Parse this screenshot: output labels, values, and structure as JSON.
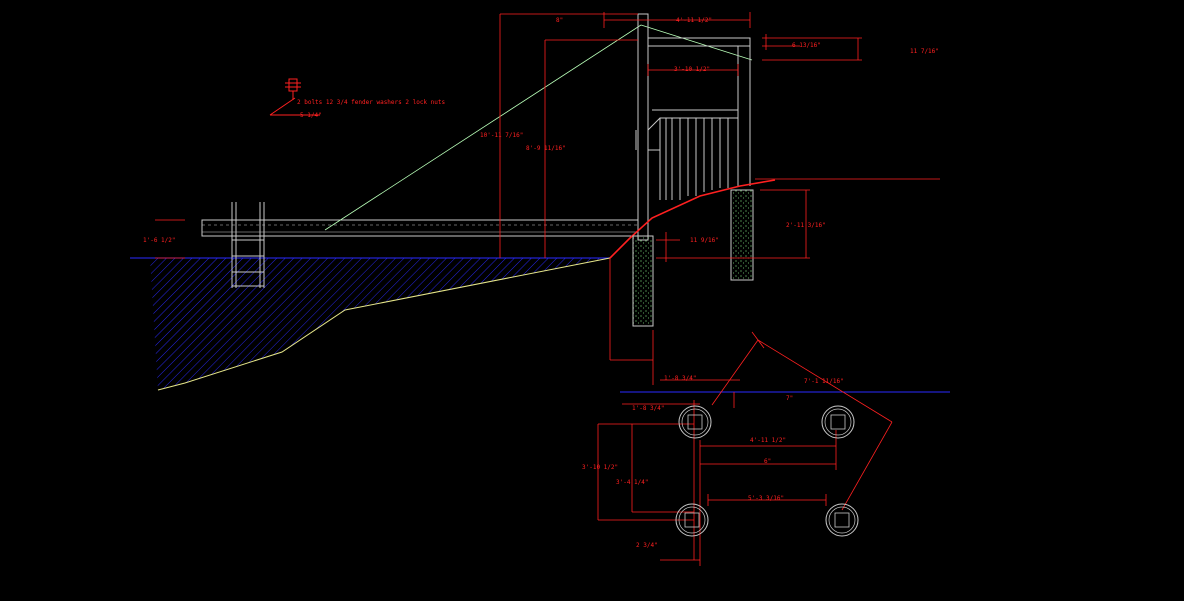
{
  "colors": {
    "background": "#000000",
    "structure": "#c8c8c8",
    "dimension": "#ff2020",
    "water": "#2a2aff",
    "slope": "#e6e68a",
    "cable": "#b8ffb8",
    "concrete": "#7fdc7f"
  },
  "annotations": {
    "bolts_note": "2 bolts 12 3/4 fender washers 2 lock nuts",
    "bolt_offset": "5 1/4\"",
    "deck_height": "1'-6 1/2\"",
    "top_8": "8\"",
    "top_4_11": "4'-11 1/2\"",
    "beam_6_13": "6 13/16\"",
    "beam_11_7": "11 7/16\"",
    "inner_3_10": "3'-10 1/2\"",
    "tall_10_11": "10'-11 7/16\"",
    "mid_8_9": "8'-9 11/16\"",
    "ledge_11_9": "11 9/16\"",
    "pier_2_11": "2'-11 3/16\"",
    "footing_1_8a": "1'-8 3/4\"",
    "footing_1_8b": "1'-8 3/4\"",
    "diag_7_1": "7'-1 11/16\"",
    "plan_7": "7\"",
    "plan_4_11": "4'-11 1/2\"",
    "plan_6": "6\"",
    "plan_3_10": "3'-10 1/2\"",
    "plan_3_4": "3'-4 1/4\"",
    "plan_5_3": "5'-3 3/16\"",
    "plan_2_3": "2 3/4\""
  }
}
